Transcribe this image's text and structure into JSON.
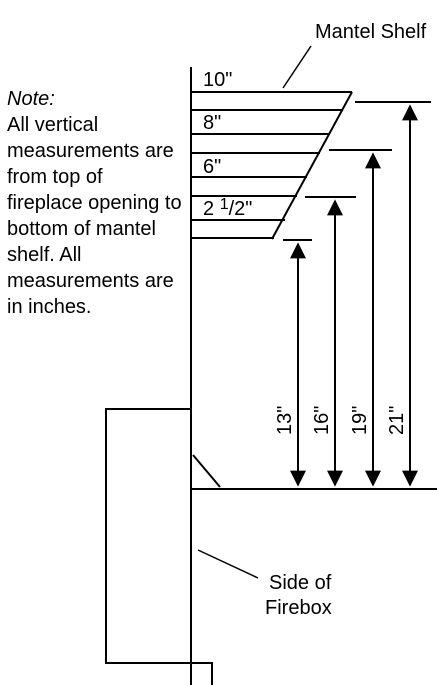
{
  "labels": {
    "mantel_shelf": "Mantel Shelf",
    "side_of_firebox_line1": "Side of",
    "side_of_firebox_line2": "Firebox"
  },
  "note": {
    "title": "Note:",
    "body": "All vertical measurements are from top of fireplace opening to bottom of mantel shelf. All measurements are in inches."
  },
  "shelf_depths": {
    "d10": "10\"",
    "d8": "8\"",
    "d6": "6\"",
    "d2_whole": "2 ",
    "d2_sup": "1",
    "d2_rest": "/2\""
  },
  "heights": {
    "h13": "13\"",
    "h16": "16\"",
    "h19": "19\"",
    "h21": "21\""
  },
  "colors": {
    "line": "#000000",
    "background": "#ffffff"
  }
}
